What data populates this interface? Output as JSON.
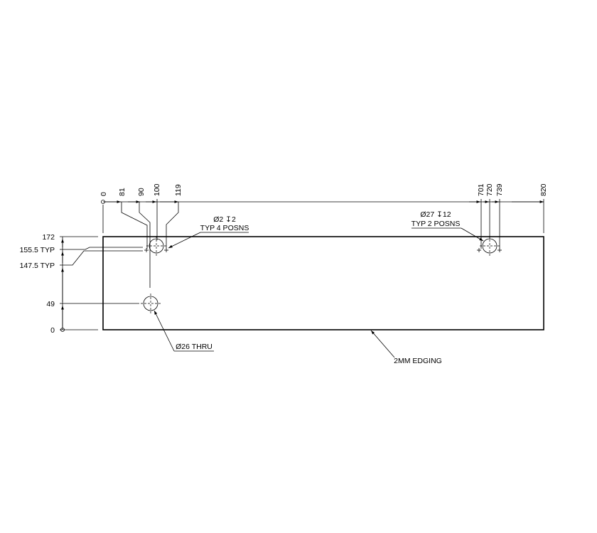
{
  "dimensions": {
    "x_labels": [
      "0",
      "81",
      "90",
      "100",
      "119",
      "701",
      "720",
      "739",
      "820"
    ],
    "y_labels": [
      "172",
      "155.5 TYP",
      "147.5 TYP",
      "49",
      "0"
    ]
  },
  "callouts": {
    "small_hole": {
      "line1": "Ø2 ↧2",
      "line2": "TYP 4 POSNS"
    },
    "large_hole": {
      "line1": "Ø27 ↧12",
      "line2": "TYP 2 POSNS"
    },
    "thru_hole": {
      "line1": "Ø26 THRU"
    },
    "edging": {
      "line1": "2MM EDGING"
    }
  }
}
